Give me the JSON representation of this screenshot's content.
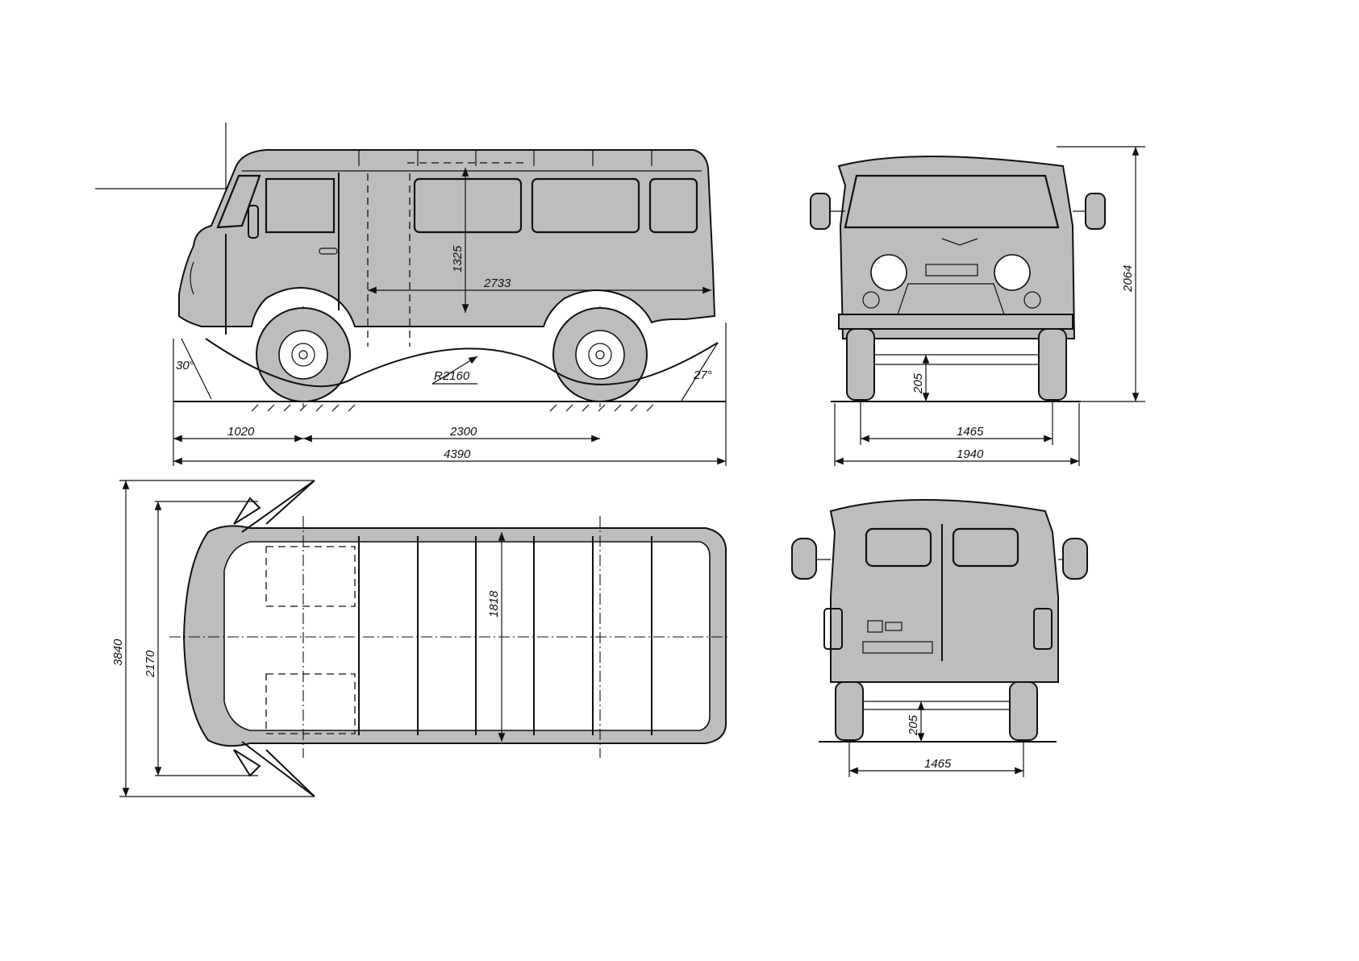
{
  "drawing": {
    "side_view": {
      "front_overhang": "1020",
      "wheelbase": "2300",
      "overall_length": "4390",
      "interior_length": "2733",
      "interior_height": "1325",
      "ramp_radius": "R2160",
      "approach_angle": "30°",
      "departure_angle": "27°"
    },
    "front_view": {
      "overall_height": "2064",
      "ground_clearance": "205",
      "track": "1465",
      "overall_width": "1940"
    },
    "top_view": {
      "width_with_mirrors": "3840",
      "width_doors_open": "2170",
      "interior_width": "1818"
    },
    "rear_view": {
      "ground_clearance": "205",
      "track": "1465"
    }
  }
}
